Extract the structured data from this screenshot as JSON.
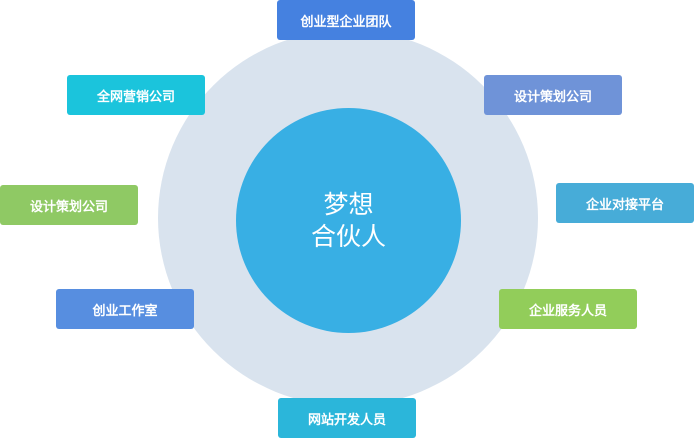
{
  "center": {
    "line1": "梦想",
    "line2": "合伙人",
    "color": "#38afe4"
  },
  "ring_color": "#d9e3ee",
  "nodes": [
    {
      "label": "创业型企业团队",
      "color": "#4581e0"
    },
    {
      "label": "全网营销公司",
      "color": "#1bc4dc"
    },
    {
      "label": "设计策划公司",
      "color": "#6f93d8"
    },
    {
      "label": "设计策划公司",
      "color": "#8fc964"
    },
    {
      "label": "企业对接平台",
      "color": "#47acd8"
    },
    {
      "label": "创业工作室",
      "color": "#578ee0"
    },
    {
      "label": "企业服务人员",
      "color": "#92cd5a"
    },
    {
      "label": "网站开发人员",
      "color": "#2bb6da"
    }
  ]
}
